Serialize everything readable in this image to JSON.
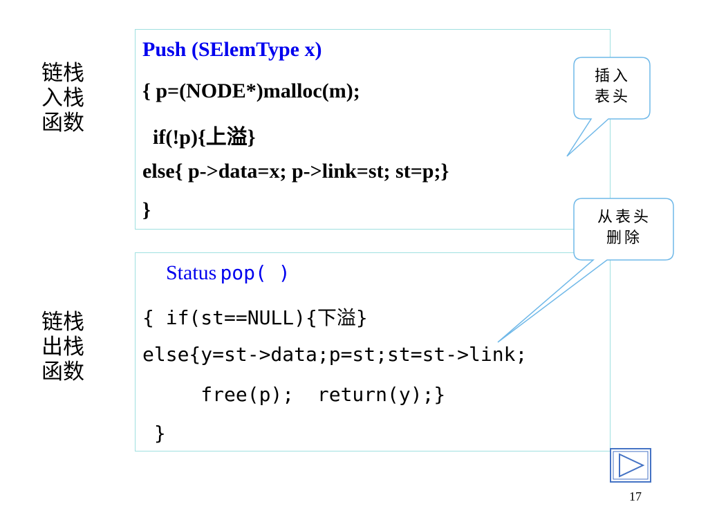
{
  "push_section": {
    "side_label": [
      "链栈",
      "入栈",
      "函数"
    ],
    "signature": "Push (SElemType x)",
    "lines": [
      "{ p=(NODE*)malloc(m);",
      "  if(!p){上溢}",
      "else{ p->data=x; p->link=st; st=p;}",
      "}"
    ],
    "callout": [
      "插入",
      "表头"
    ]
  },
  "pop_section": {
    "side_label": [
      "链栈",
      "出栈",
      "函数"
    ],
    "signature_keyword": "Status",
    "signature_rest": "pop( )",
    "lines": [
      "{ if(st==NULL){下溢}",
      "else{y=st->data;p=st;st=st->link;",
      "     free(p);  return(y);}",
      " }"
    ],
    "callout": [
      "从表头",
      "删除"
    ]
  },
  "page_number": "17",
  "colors": {
    "signature_blue": "#0000ee",
    "box_border": "#9fe0e0",
    "callout_border": "#6fb8e8",
    "nav_button": "#4472c4"
  },
  "nav": {
    "icon": "play-triangle-icon"
  }
}
